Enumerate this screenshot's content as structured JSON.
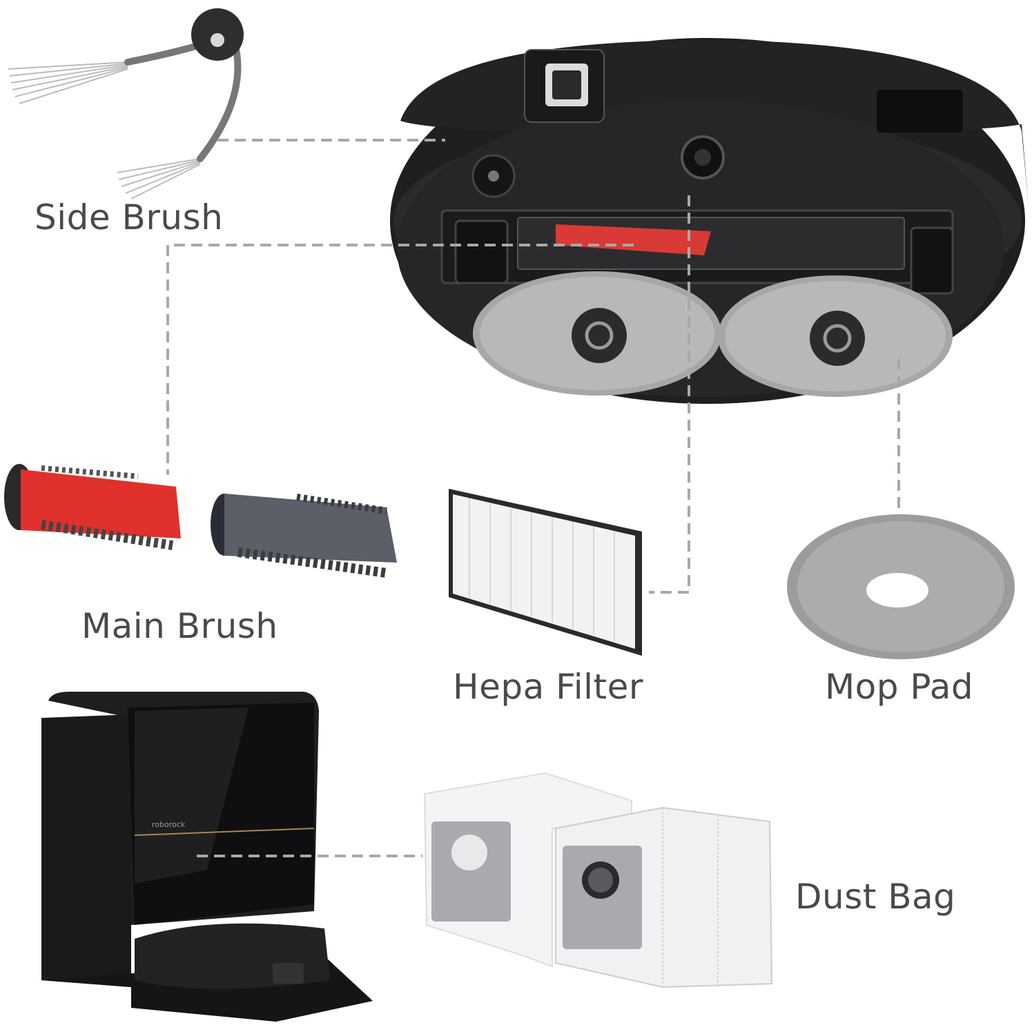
{
  "labels": {
    "side_brush": "Side Brush",
    "main_brush": "Main Brush",
    "hepa_filter": "Hepa Filter",
    "mop_pad": "Mop Pad",
    "dust_bag": "Dust Bag"
  },
  "station": {
    "brand": "roborock"
  },
  "colors": {
    "label_text": "#4a4a4a",
    "leader_line": "#a8a8a8",
    "robot_body": "#1c1c1e",
    "main_brush_red": "#e0312c",
    "main_brush_gray": "#555a63",
    "mop_gray": "#9a9a9a",
    "station_body": "#141416"
  }
}
